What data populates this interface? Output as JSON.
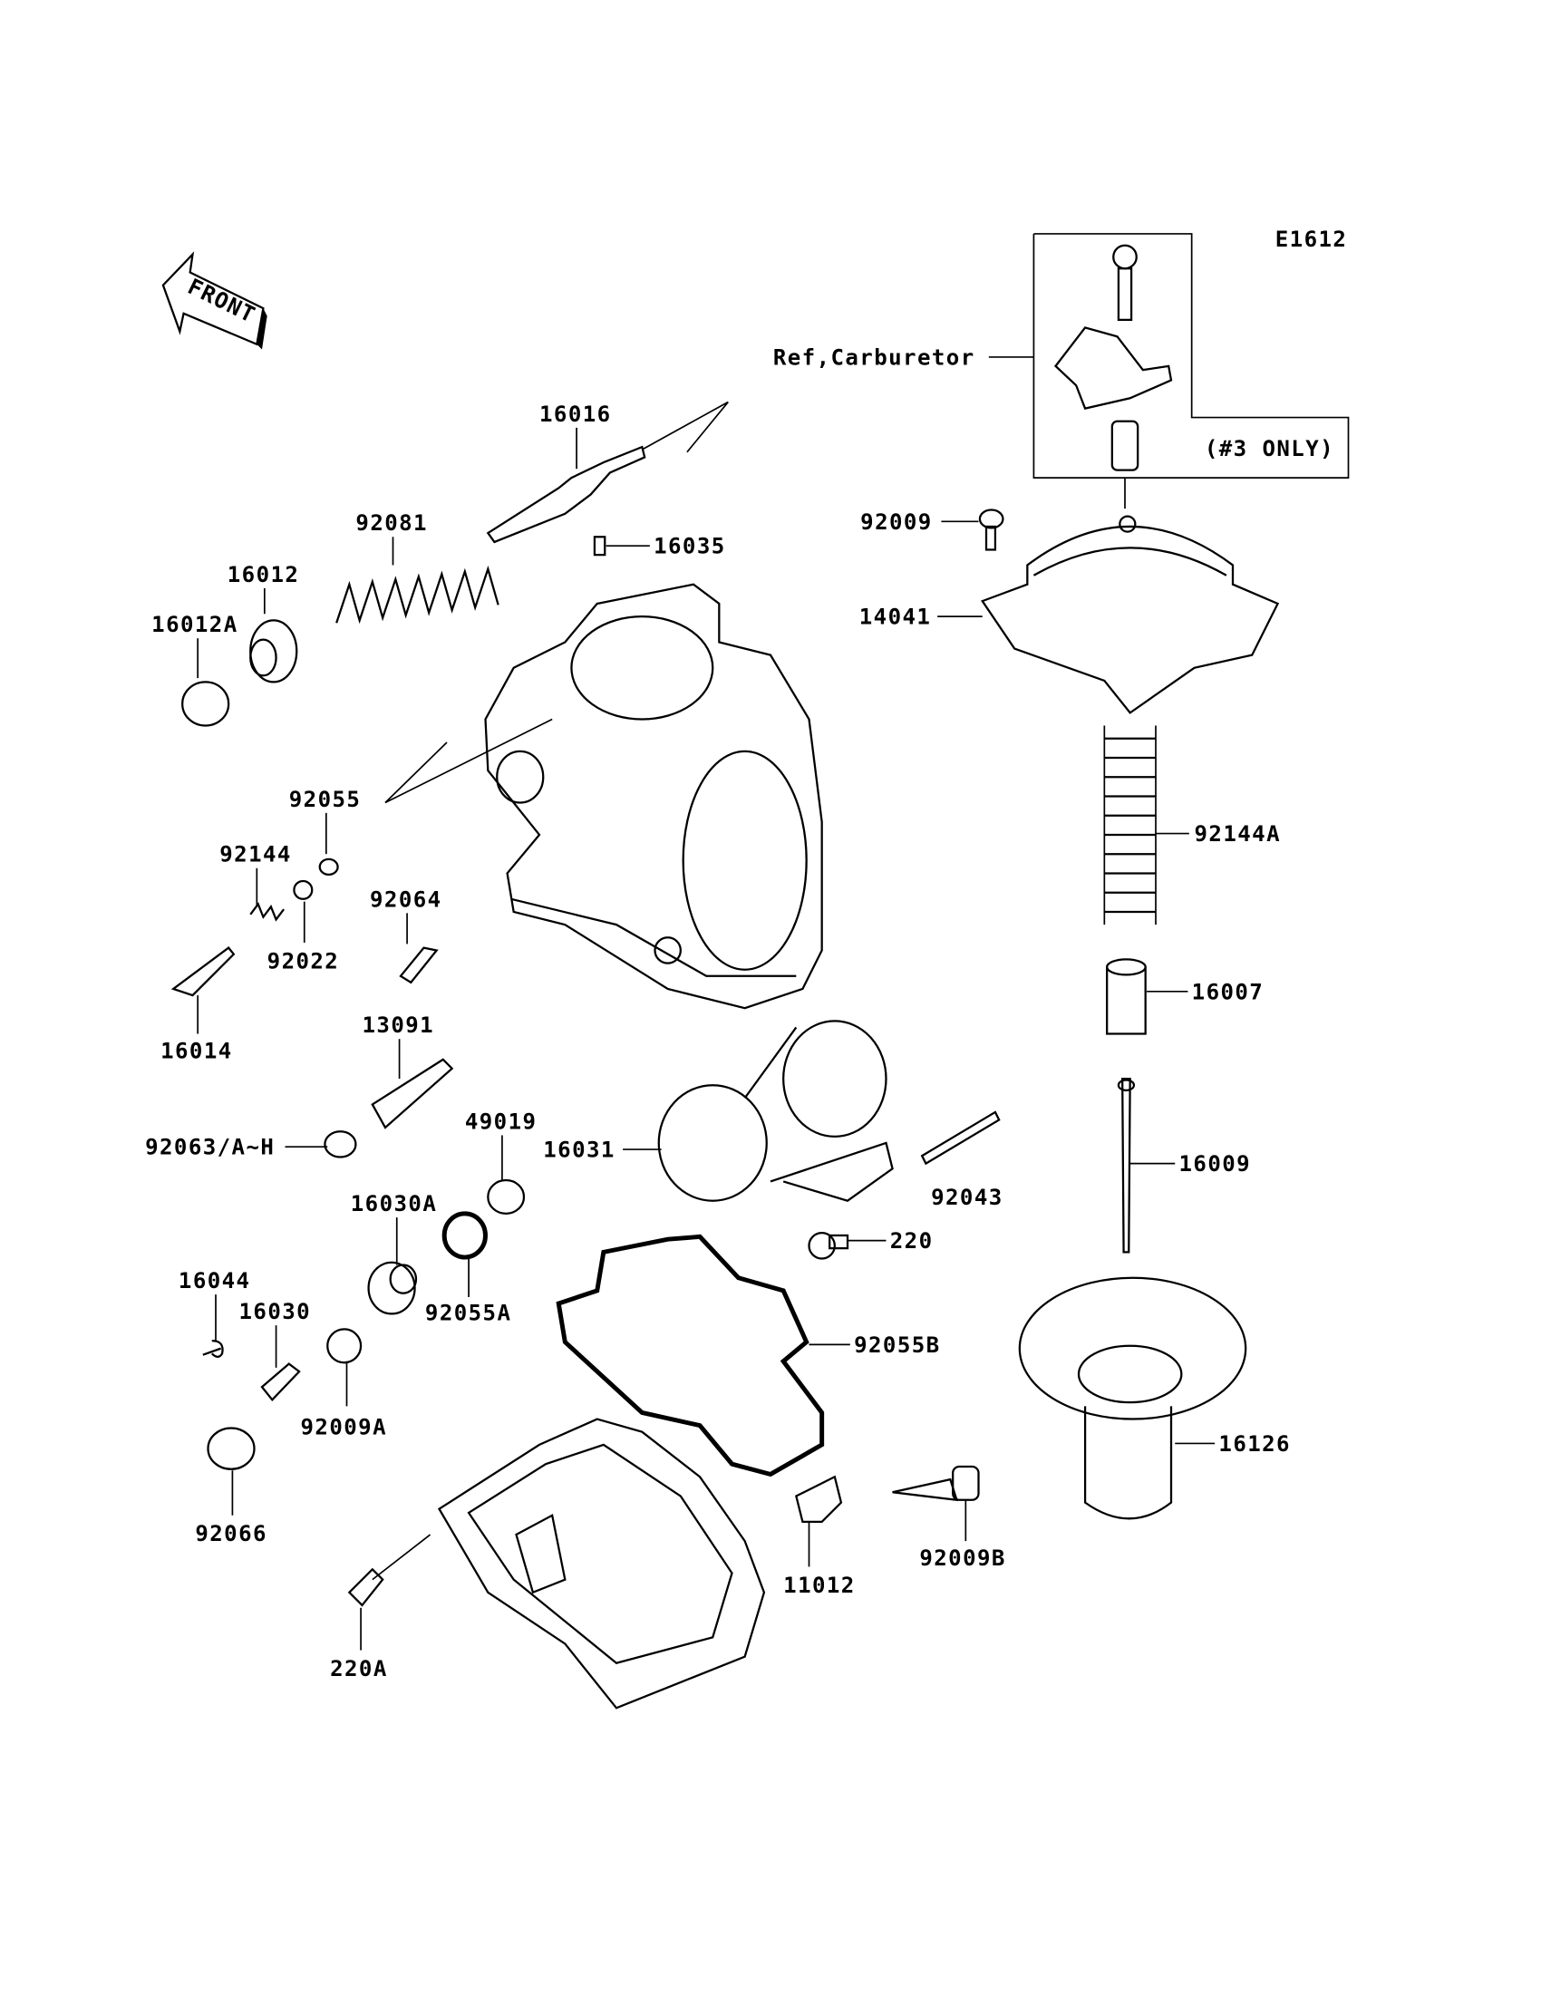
{
  "diagram_code": "E1612",
  "front_marker": "FRONT",
  "ref_note": "Ref,Carburetor",
  "ref_qualifier": "(#3 ONLY)",
  "parts": {
    "p16016": "16016",
    "p92081": "92081",
    "p16012": "16012",
    "p16012A": "16012A",
    "p16035": "16035",
    "p92009": "92009",
    "p14041": "14041",
    "p92055": "92055",
    "p92144": "92144",
    "p92022": "92022",
    "p92064": "92064",
    "p16014": "16014",
    "p92144A": "92144A",
    "p16007": "16007",
    "p13091": "13091",
    "p92063": "92063/A~H",
    "p49019": "49019",
    "p16031": "16031",
    "p92043": "92043",
    "p16009": "16009",
    "p220": "220",
    "p16030A": "16030A",
    "p92055A": "92055A",
    "p16044": "16044",
    "p16030": "16030",
    "p92055B": "92055B",
    "p92009A": "92009A",
    "p16126": "16126",
    "p92066": "92066",
    "p11012": "11012",
    "p92009B": "92009B",
    "p220A": "220A"
  }
}
